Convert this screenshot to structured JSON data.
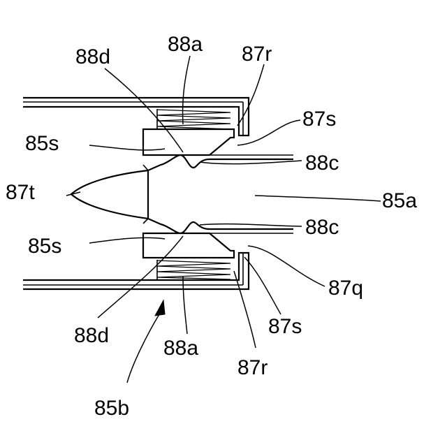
{
  "figure": {
    "labels": {
      "l88a_top": "88a",
      "l88d_top": "88d",
      "l87r_top": "87r",
      "l87s_top": "87s",
      "l85s_top": "85s",
      "l88c_top": "88c",
      "l87t": "87t",
      "l85a": "85a",
      "l88c_bot": "88c",
      "l85s_bot": "85s",
      "l87q": "87q",
      "l88d_bot": "88d",
      "l87s_bot": "87s",
      "l88a_bot": "88a",
      "l87r_bot": "87r",
      "l85b": "85b"
    }
  }
}
